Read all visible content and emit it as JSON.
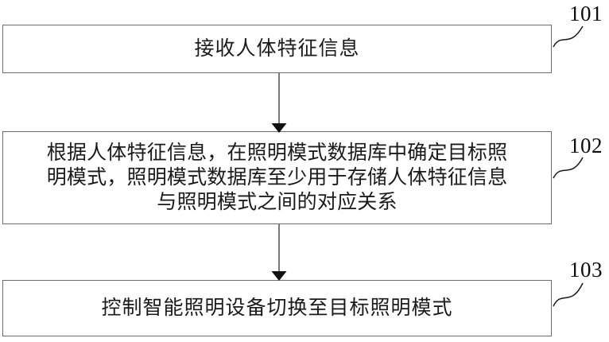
{
  "figure": {
    "type": "patent-flowchart",
    "background_color": "#ffffff",
    "line_color": "#6b6b6b",
    "text_color": "#1a1a1a",
    "steps": [
      {
        "ref": "101",
        "text": "接收人体特征信息"
      },
      {
        "ref": "102",
        "text": "根据人体特征信息，在照明模式数据库中确定目标照\n明模式，照明模式数据库至少用于存储人体特征信息\n与照明模式之间的对应关系"
      },
      {
        "ref": "103",
        "text": "控制智能照明设备切换至目标照明模式"
      }
    ],
    "connectors": [
      {
        "name": "arrow-101-to-102",
        "from_ref": "101",
        "to_ref": "102"
      },
      {
        "name": "arrow-102-to-103",
        "from_ref": "102",
        "to_ref": "103"
      }
    ]
  }
}
